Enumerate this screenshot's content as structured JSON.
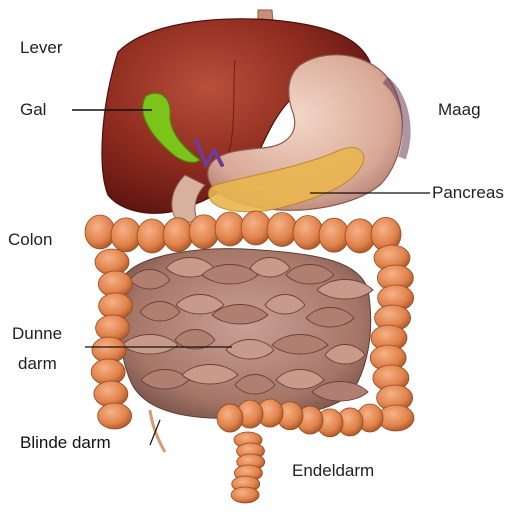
{
  "labels": {
    "lever": "Lever",
    "gal": "Gal",
    "maag": "Maag",
    "pancreas": "Pancreas",
    "colon": "Colon",
    "dunne_darm_line1": "Dunne",
    "dunne_darm_line2": "darm",
    "blinde_darm": "Blinde darm",
    "endeldarm": "Endeldarm"
  },
  "colors": {
    "liver": "#8c2a1e",
    "gallbladder": "#7cc31a",
    "stomach": "#d9a896",
    "pancreas": "#eab64f",
    "colon": "#e0824a",
    "small_intestine": "#b8877a",
    "bile_duct": "#6d3d8f",
    "leader_line": "#111111"
  }
}
